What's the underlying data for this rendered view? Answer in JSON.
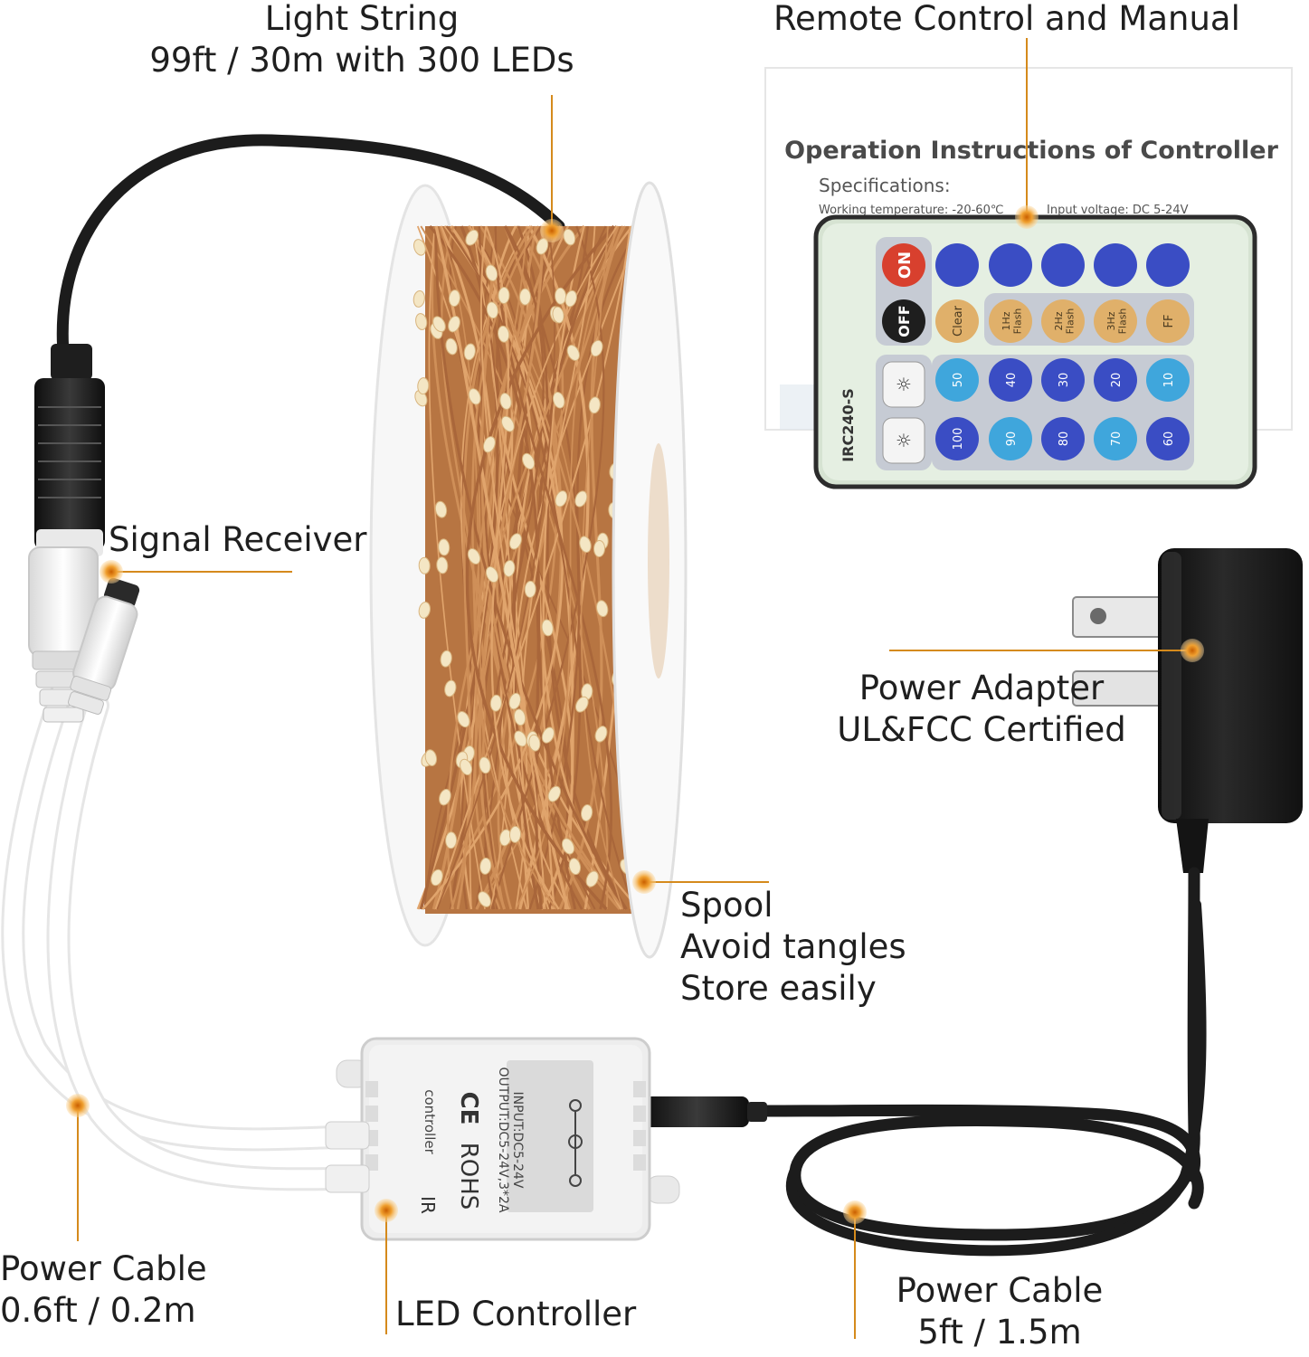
{
  "callouts": {
    "light_string": {
      "line1": "Light String",
      "line2": "99ft / 30m with 300 LEDs"
    },
    "remote": {
      "line1": "Remote Control and Manual"
    },
    "signal_receiver": {
      "line1": "Signal Receiver"
    },
    "power_adapter": {
      "line1": "Power Adapter",
      "line2": "UL&FCC Certified"
    },
    "spool": {
      "line1": "Spool",
      "line2": "Avoid tangles",
      "line3": "Store easily"
    },
    "power_cable_short": {
      "line1": "Power Cable",
      "line2": "0.6ft / 0.2m"
    },
    "led_controller": {
      "line1": "LED Controller"
    },
    "power_cable_long": {
      "line1": "Power Cable",
      "line2": "5ft / 1.5m"
    }
  },
  "manual": {
    "title": "Operation Instructions of Controller",
    "spec_heading": "Specifications:",
    "spec_temp": "Working temperature: -20-60℃",
    "spec_voltage": "Input voltage: DC 5-24V"
  },
  "remote_control": {
    "model": "IRC240-S",
    "on": "ON",
    "off": "OFF",
    "row1": [
      "",
      "",
      "",
      "",
      ""
    ],
    "row2": [
      "Clear",
      "1Hz Flash",
      "2Hz Flash",
      "3Hz Flash",
      "FF"
    ],
    "row3": [
      "50",
      "40",
      "30",
      "20",
      "10"
    ],
    "row4": [
      "100",
      "90",
      "80",
      "70",
      "60"
    ]
  },
  "controller_box": {
    "input": "INPUT:DC5-24V",
    "output": "OUTPUT:DC5-24V,3*2A",
    "ce": "CE",
    "rohs": "ROHS",
    "brand": "controller",
    "ir": "IR"
  },
  "colors": {
    "callout_line": "#d58a1c",
    "callout_dot": "#e8901a",
    "copper": "#c98752",
    "black_cable": "#1c1c1c",
    "remote_body": "#e3eee0",
    "button_blue": "#3a4dc4",
    "button_light_blue": "#3fa6dc",
    "button_tan": "#e0b06a",
    "button_red": "#d8402e"
  }
}
